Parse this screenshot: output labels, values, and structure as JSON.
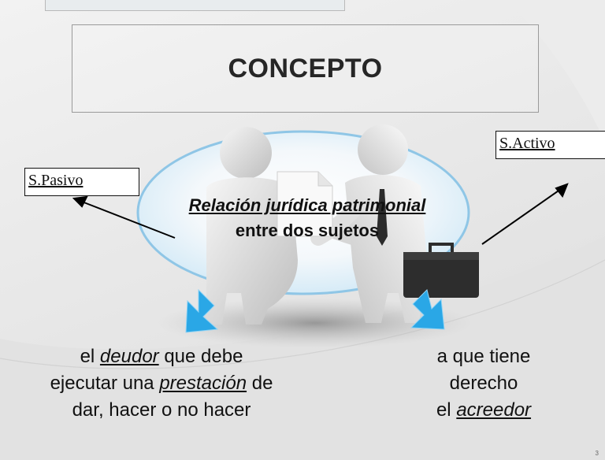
{
  "title": "CONCEPTO",
  "labels": {
    "pasivo": "S.Pasivo",
    "activo": "S.Activo"
  },
  "center": {
    "line1": "Relación jurídica patrimonial",
    "line2": "entre dos sujetos"
  },
  "left_text": {
    "l1_pre": "el ",
    "l1_em": "deudor",
    "l1_post": " que debe",
    "l2_pre": "ejecutar una ",
    "l2_em": "prestación",
    "l2_post": " de",
    "l3": "dar, hacer o no hacer"
  },
  "right_text": {
    "l1": "a que tiene",
    "l2": "derecho",
    "l3_pre": "el ",
    "l3_em": "acreedor"
  },
  "page_number": "3",
  "colors": {
    "arrow_blue": "#2aa7e6",
    "ellipse_fill": "#cfe8f6",
    "ellipse_stroke": "#8fc6e6"
  },
  "icons": [
    "handshake-illustration",
    "document-icon",
    "briefcase-icon"
  ]
}
